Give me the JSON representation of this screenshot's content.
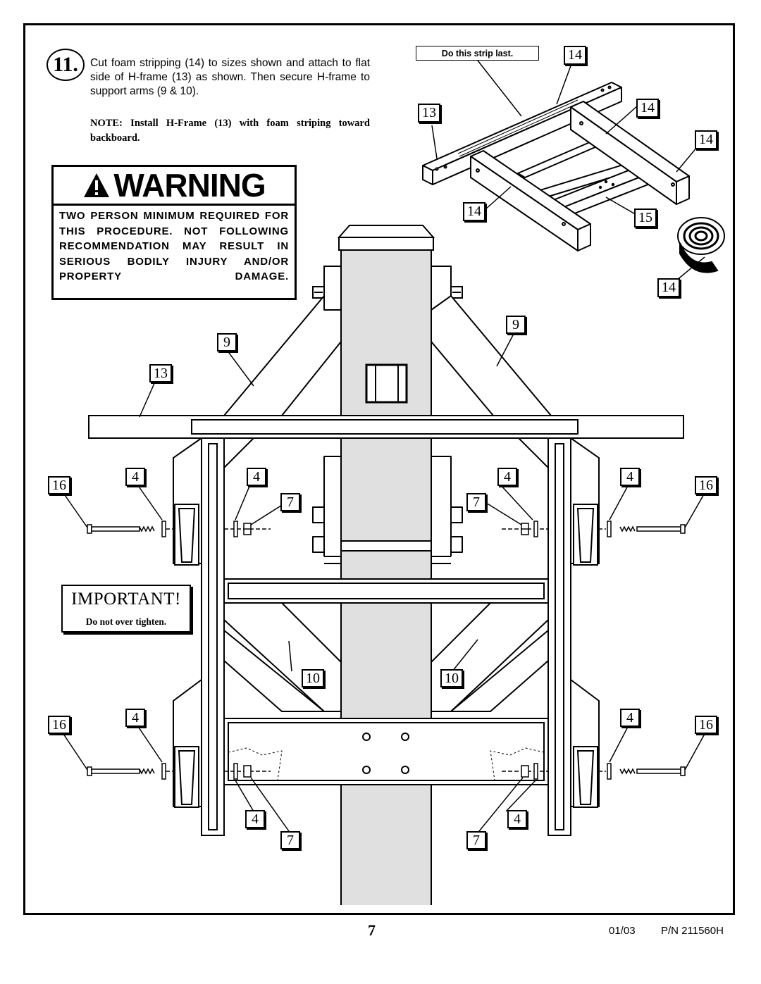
{
  "step": {
    "number": "11.",
    "instruction": "Cut foam stripping (14) to sizes shown and attach to flat side of H-frame (13) as shown. Then secure H-frame to support arms (9 & 10).",
    "note": "NOTE: Install H-Frame (13) with foam striping toward backboard."
  },
  "warning": {
    "title": "WARNING",
    "text": "TWO PERSON MINIMUM REQUIRED FOR THIS PROCEDURE. NOT FOLLOWING RECOMMENDATION MAY RESULT IN SERIOUS BODILY INJURY AND/OR PROPERTY DAMAGE."
  },
  "important": {
    "title": "IMPORTANT!",
    "text": "Do not over tighten."
  },
  "inset": {
    "strip_label": "Do this strip last.",
    "callouts": [
      "14",
      "13",
      "14",
      "14",
      "14",
      "15",
      "14"
    ]
  },
  "callouts": {
    "arm_top_left": "9",
    "arm_top_right": "9",
    "hframe": "13",
    "bolt_left_top": "16",
    "bolt_right_top": "16",
    "bolt_left_bottom": "16",
    "bolt_right_bottom": "16",
    "washer_1": "4",
    "washer_2": "4",
    "washer_3": "4",
    "washer_4": "4",
    "washer_5": "4",
    "washer_6": "4",
    "washer_7": "4",
    "washer_8": "4",
    "nut_1": "7",
    "nut_2": "7",
    "nut_3": "7",
    "nut_4": "7",
    "arm_bottom_left": "10",
    "arm_bottom_right": "10"
  },
  "footer": {
    "page": "7",
    "date": "01/03",
    "part_number": "P/N 211560H"
  }
}
